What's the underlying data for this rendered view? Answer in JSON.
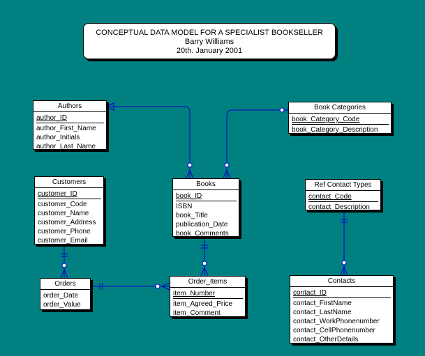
{
  "title": {
    "line1": "CONCEPTUAL DATA MODEL FOR A SPECIALIST BOOKSELLER",
    "line2": "Barry Williams",
    "line3": "20th. January 2001"
  },
  "entities": {
    "authors": {
      "name": "Authors",
      "key_attributes": [
        "author_ID"
      ],
      "attributes": [
        "author_First_Name",
        "author_Initials",
        "author_Last_Name"
      ]
    },
    "book_categories": {
      "name": "Book Categories",
      "key_attributes": [
        "book_Category_Code"
      ],
      "attributes": [
        "book_Category_Description"
      ]
    },
    "customers": {
      "name": "Customers",
      "key_attributes": [
        "customer_ID"
      ],
      "attributes": [
        "customer_Code",
        "customer_Name",
        "customer_Address",
        "customer_Phone",
        "customer_Email"
      ]
    },
    "books": {
      "name": "Books",
      "key_attributes": [
        "book_ID"
      ],
      "attributes": [
        "ISBN",
        "book_Title",
        "publication_Date",
        "book_Comments"
      ]
    },
    "ref_contact_types": {
      "name": "Ref Contact Types",
      "key_attributes": [
        "contact_Code"
      ],
      "attributes": [
        "contact_Description"
      ]
    },
    "orders": {
      "name": "Orders",
      "key_attributes": [],
      "attributes": [
        "order_Date",
        "order_Value"
      ]
    },
    "order_items": {
      "name": "Order_Items",
      "key_attributes": [
        "item_Number"
      ],
      "attributes": [
        "item_Agreed_Price",
        "item_Comment"
      ]
    },
    "contacts": {
      "name": "Contacts",
      "key_attributes": [
        "contact_ID"
      ],
      "attributes": [
        "contact_FirstName",
        "contact_LastName",
        "contact_WorkPhonenumber",
        "contact_CellPhonenumber",
        "contact_OtherDetails"
      ]
    }
  },
  "relationships": [
    {
      "from": "authors",
      "to": "books",
      "from_end": "many",
      "to_end": "zero-or-many"
    },
    {
      "from": "book_categories",
      "to": "books",
      "from_end": "zero-or-one",
      "to_end": "zero-or-many"
    },
    {
      "from": "books",
      "to": "order_items",
      "from_end": "one",
      "to_end": "zero-or-many"
    },
    {
      "from": "customers",
      "to": "orders",
      "from_end": "one",
      "to_end": "zero-or-many"
    },
    {
      "from": "orders",
      "to": "order_items",
      "from_end": "one",
      "to_end": "zero-or-many"
    },
    {
      "from": "ref_contact_types",
      "to": "contacts",
      "from_end": "one",
      "to_end": "zero-or-many"
    }
  ],
  "colors": {
    "background": "#008080",
    "connector": "#0000cc",
    "entity_fill": "#ffffff",
    "border": "#000000"
  }
}
